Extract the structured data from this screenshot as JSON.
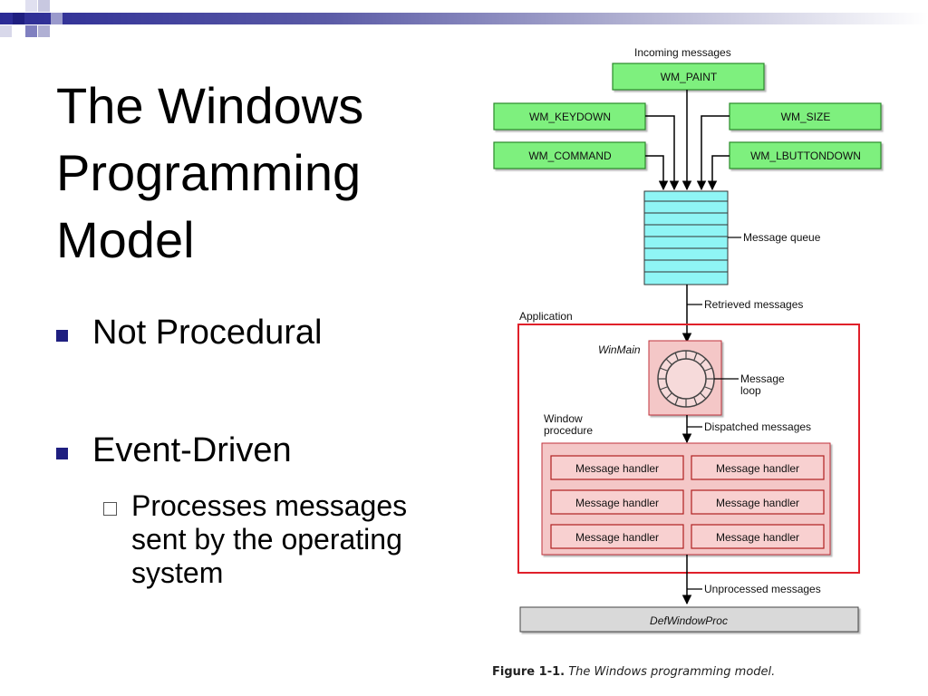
{
  "slide": {
    "title_lines": [
      "The Windows",
      "Programming",
      "Model"
    ],
    "bullets": [
      "Not Procedural",
      "Event-Driven"
    ],
    "subbullet_lines": [
      "Processes messages",
      "sent by the operating",
      "system"
    ]
  },
  "diagram": {
    "incoming_label": "Incoming messages",
    "messages": [
      "WM_PAINT",
      "WM_KEYDOWN",
      "WM_SIZE",
      "WM_COMMAND",
      "WM_LBUTTONDOWN"
    ],
    "queue_label": "Message queue",
    "retrieved_label": "Retrieved messages",
    "application_label": "Application",
    "winmain_label": "WinMain",
    "loop_label_lines": [
      "Message",
      "loop"
    ],
    "window_proc_lines": [
      "Window",
      "procedure"
    ],
    "dispatched_label": "Dispatched messages",
    "handler_label": "Message handler",
    "unprocessed_label": "Unprocessed messages",
    "defwindowproc_label": "DefWindowProc",
    "caption_bold": "Figure 1-1.",
    "caption_italic": "The Windows programming model."
  },
  "colors": {
    "accent": "#1f1f80",
    "message_green": "#7ef07e",
    "queue_cyan": "#8ff5f5",
    "app_border": "#e0202a",
    "handler_fill": "#f4c7c7",
    "defproc_fill": "#d9d9d9"
  }
}
